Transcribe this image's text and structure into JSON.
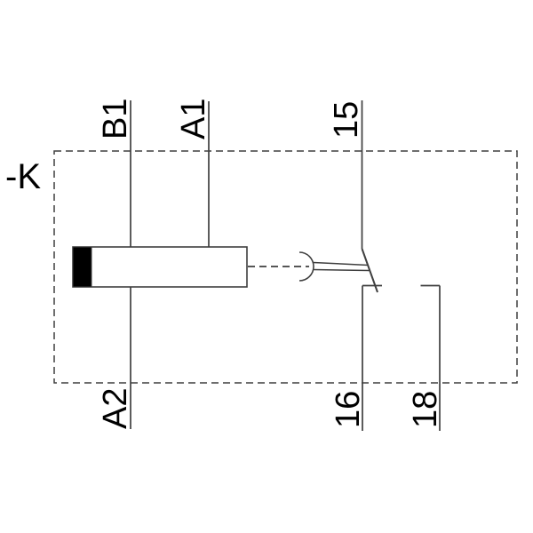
{
  "diagram": {
    "device_label": "-K",
    "terminals": {
      "top": [
        "B1",
        "A1",
        "15"
      ],
      "bottom": [
        "A2",
        "16",
        "18"
      ]
    },
    "components": {
      "coil": "relay-coil-with-black-end-mark",
      "mechanical_link": "dashed-link-with-fork-actuator",
      "contact": "contact-15-16-18"
    },
    "colors": {
      "line": "#3f3f3f",
      "label": "#000000",
      "coil_mark": "#000000",
      "background": "#ffffff"
    }
  }
}
